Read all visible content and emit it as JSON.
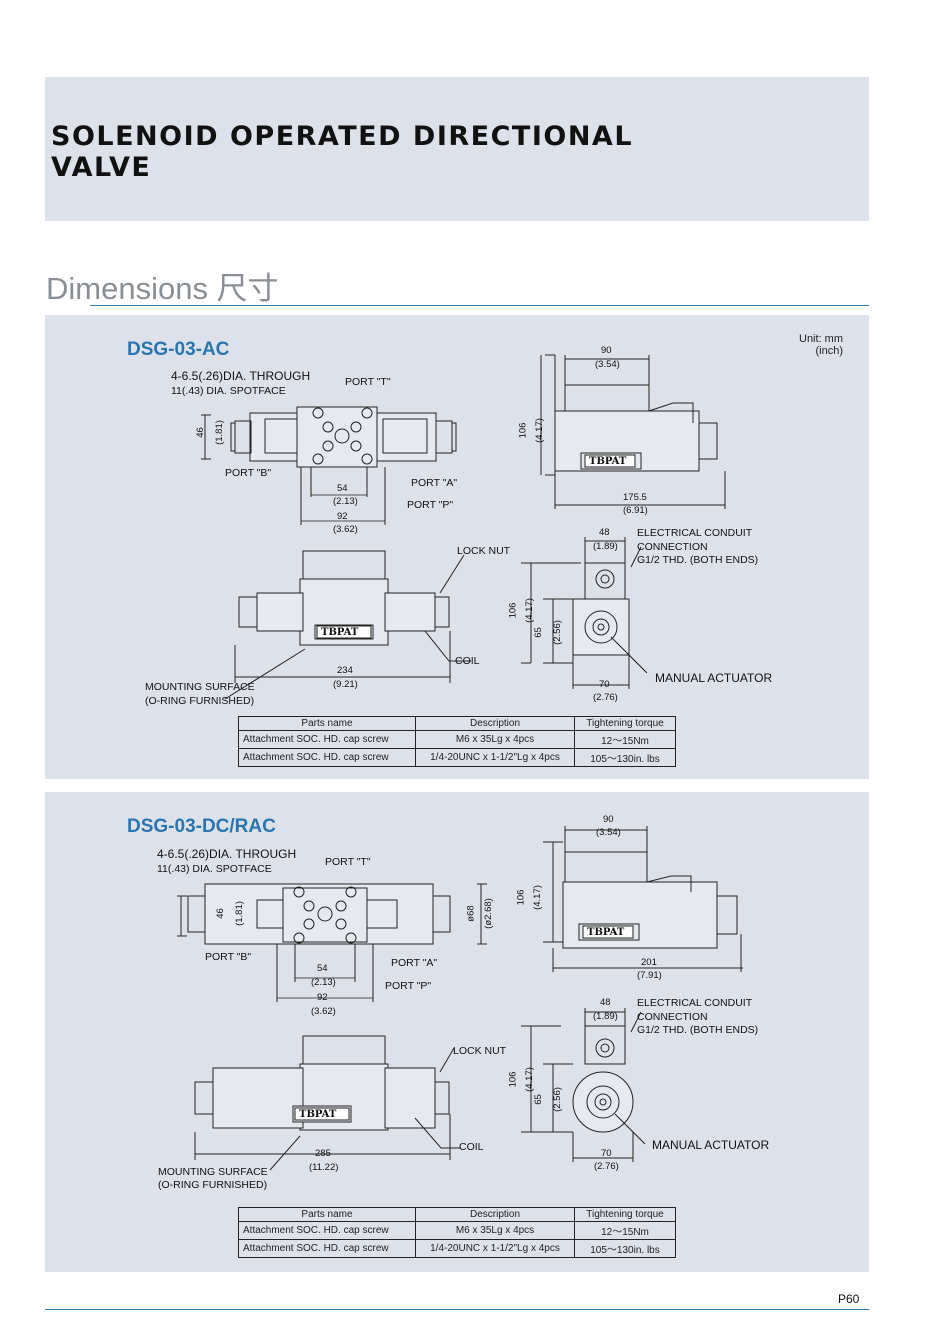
{
  "header": {
    "title_line1": "SOLENOID OPERATED DIRECTIONAL",
    "title_line2": "VALVE"
  },
  "section": {
    "title": "Dimensions 尺寸"
  },
  "panels": [
    {
      "model": "DSG-03-AC",
      "unit_line1": "Unit: mm",
      "unit_line2": "(inch)",
      "labels": {
        "through": "4-6.5(.26)DIA. THROUGH",
        "spotface": "11(.43) DIA. SPOTFACE",
        "port_t": "PORT \"T\"",
        "port_b": "PORT \"B\"",
        "port_a": "PORT \"A\"",
        "port_p": "PORT \"P\"",
        "lock_nut": "LOCK NUT",
        "coil": "COIL",
        "mounting": "MOUNTING SURFACE",
        "oring": "(O-RING FURNISHED)",
        "electrical": "ELECTRICAL CONDUIT",
        "connection": "CONNECTION",
        "thread": "G1/2 THD. (BOTH ENDS)",
        "manual": "MANUAL ACTUATOR",
        "brand": "TBPAT"
      },
      "dims": {
        "h46": "46",
        "h46i": "(1.81)",
        "w54": "54",
        "w54i": "(2.13)",
        "w92": "92",
        "w92i": "(3.62)",
        "w90": "90",
        "w90i": "(3.54)",
        "h106": "106",
        "h106i": "(4.17)",
        "len_side": "175.5",
        "len_side_i": "(6.91)",
        "len_front": "234",
        "len_front_i": "(9.21)",
        "w48": "48",
        "w48i": "(1.89)",
        "h106b": "106",
        "h106bi": "(4.17)",
        "h65": "65",
        "h65i": "(2.56)",
        "w70": "70",
        "w70i": "(2.76)"
      },
      "table": {
        "headers": [
          "Parts name",
          "Description",
          "Tightening torque"
        ],
        "rows": [
          [
            "Attachment SOC. HD. cap screw",
            "M6 x 35Lg x 4pcs",
            "12～15Nm"
          ],
          [
            "Attachment SOC. HD. cap screw",
            "1/4-20UNC x 1-1/2\"Lg x 4pcs",
            "105～130in. lbs"
          ]
        ]
      }
    },
    {
      "model": "DSG-03-DC/RAC",
      "labels": {
        "through": "4-6.5(.26)DIA. THROUGH",
        "spotface": "11(.43) DIA. SPOTFACE",
        "port_t": "PORT \"T\"",
        "port_b": "PORT \"B\"",
        "port_a": "PORT \"A\"",
        "port_p": "PORT \"P\"",
        "lock_nut": "LOCK NUT",
        "coil": "COIL",
        "mounting": "MOUNTING SURFACE",
        "oring": "(O-RING FURNISHED)",
        "electrical": "ELECTRICAL CONDUIT",
        "connection": "CONNECTION",
        "thread": "G1/2 THD. (BOTH ENDS)",
        "manual": "MANUAL ACTUATOR",
        "brand": "TBPAT"
      },
      "dims": {
        "h46": "46",
        "h46i": "(1.81)",
        "d68": "ø68",
        "d68i": "(ø2.68)",
        "w54": "54",
        "w54i": "(2.13)",
        "w92": "92",
        "w92i": "(3.62)",
        "w90": "90",
        "w90i": "(3.54)",
        "h106": "106",
        "h106i": "(4.17)",
        "len_side": "201",
        "len_side_i": "(7.91)",
        "len_front": "285",
        "len_front_i": "(11.22)",
        "w48": "48",
        "w48i": "(1.89)",
        "h106b": "106",
        "h106bi": "(4.17)",
        "h65": "65",
        "h65i": "(2.56)",
        "w70": "70",
        "w70i": "(2.76)"
      },
      "table": {
        "headers": [
          "Parts name",
          "Description",
          "Tightening torque"
        ],
        "rows": [
          [
            "Attachment SOC. HD. cap screw",
            "M6 x 35Lg x 4pcs",
            "12～15Nm"
          ],
          [
            "Attachment SOC. HD. cap screw",
            "1/4-20UNC x 1-1/2\"Lg x 4pcs",
            "105～130in. lbs"
          ]
        ]
      }
    }
  ],
  "footer": {
    "page": "P60"
  }
}
